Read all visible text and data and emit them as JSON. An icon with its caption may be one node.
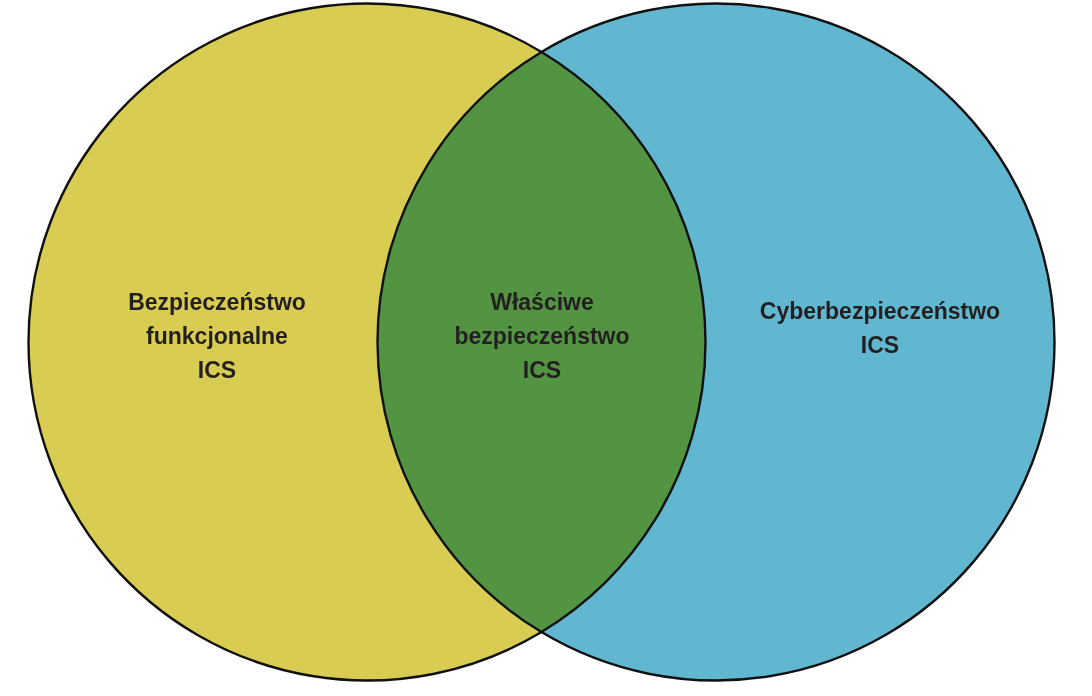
{
  "diagram": {
    "nodes": [
      {
        "text": [
          "Bezpieczeństwo funkcjonalne ICS"
        ]
      },
      {
        "text": [
          "Właściwe bezpieczeństwo ICS"
        ]
      },
      {
        "text": [
          "Cyberbezpieczeństwo ICS"
        ]
      }
    ]
  }
}
